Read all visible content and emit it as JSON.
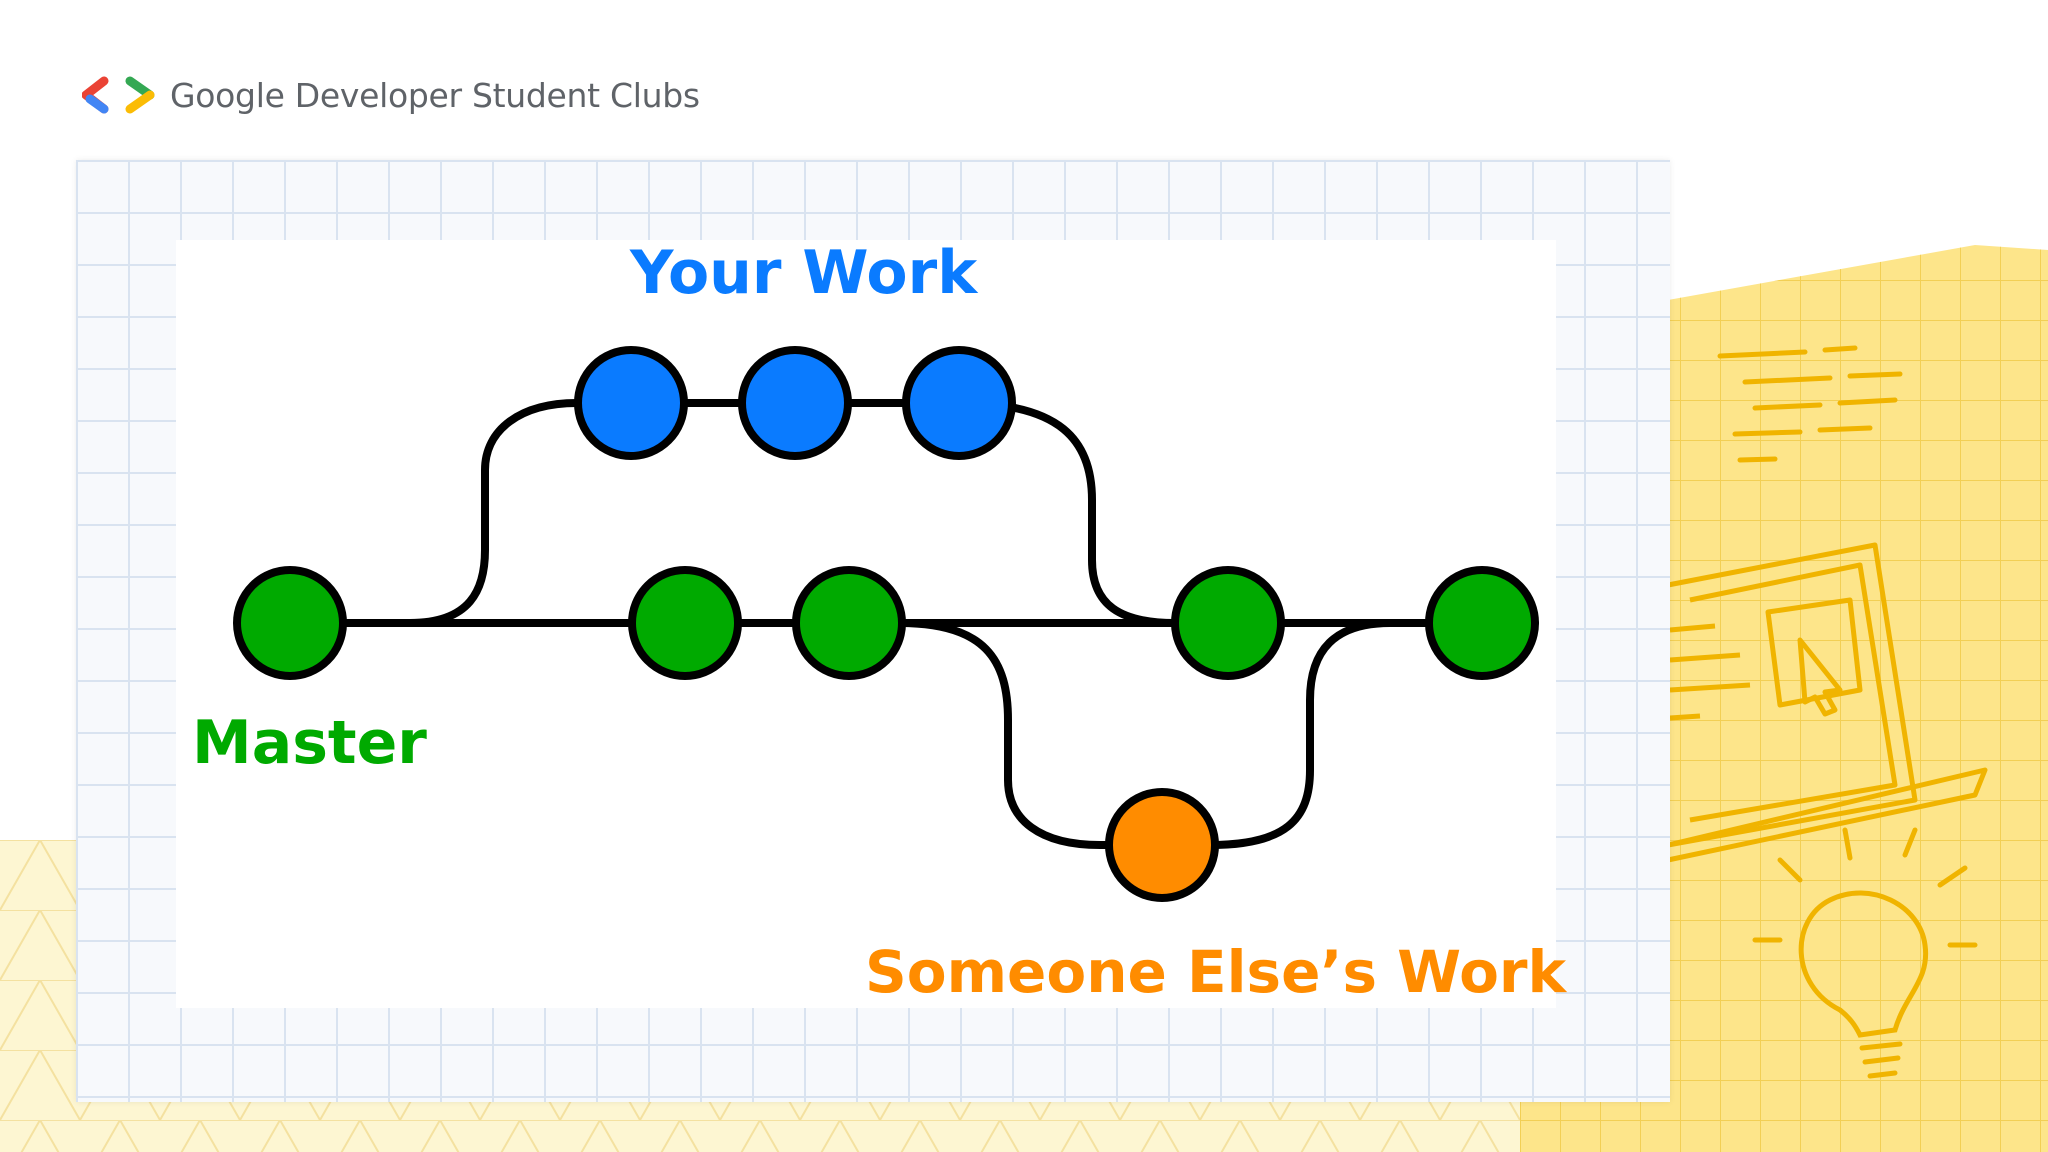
{
  "header": {
    "brand": "Google Developer Student Clubs",
    "logo_colors": {
      "red": "#ea4335",
      "blue": "#4285f4",
      "green": "#34a853",
      "yellow": "#fbbc05"
    }
  },
  "diagram": {
    "labels": {
      "your_work": "Your Work",
      "master": "Master",
      "someone_elses_work": "Someone Else’s Work"
    },
    "colors": {
      "master": "#00aa00",
      "your_work": "#0a7bff",
      "someone_else": "#ff8c00",
      "line": "#000000",
      "accent_yellow": "#fde58a"
    },
    "commits": {
      "master_count": 5,
      "your_work_count": 3,
      "someone_else_count": 1
    }
  }
}
